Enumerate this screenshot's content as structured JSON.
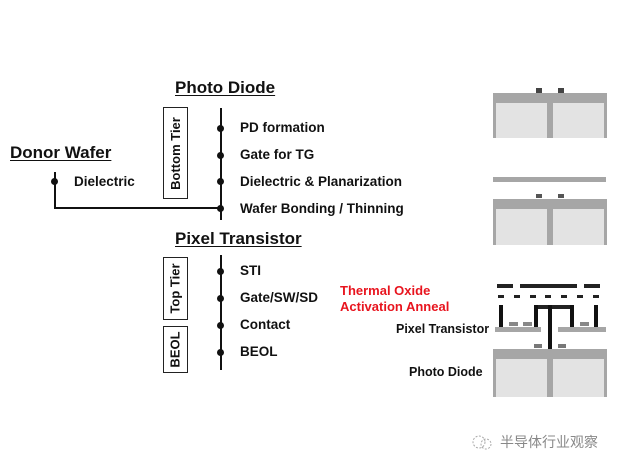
{
  "headings": {
    "photo_diode": "Photo Diode",
    "donor_wafer": "Donor Wafer",
    "pixel_transistor": "Pixel Transistor"
  },
  "tiers": {
    "bottom": "Bottom Tier",
    "top": "Top Tier",
    "beol": "BEOL"
  },
  "donor_steps": [
    "Dielectric"
  ],
  "bottom_steps": [
    "PD formation",
    "Gate for TG",
    "Dielectric & Planarization",
    "Wafer Bonding / Thinning"
  ],
  "top_steps": [
    "STI",
    "Gate/SW/SD",
    "Contact"
  ],
  "beol_steps": [
    "BEOL"
  ],
  "annotation": {
    "line1": "Thermal Oxide",
    "line2": "Activation Anneal"
  },
  "cross_section_labels": {
    "pixel_transistor": "Pixel Transistor",
    "photo_diode": "Photo Diode"
  },
  "colors": {
    "annotation_red": "#e8141e",
    "substrate_dark": "#a6a6a6",
    "substrate_light": "#e3e3e3"
  },
  "watermark": {
    "text": "半导体行业观察"
  }
}
